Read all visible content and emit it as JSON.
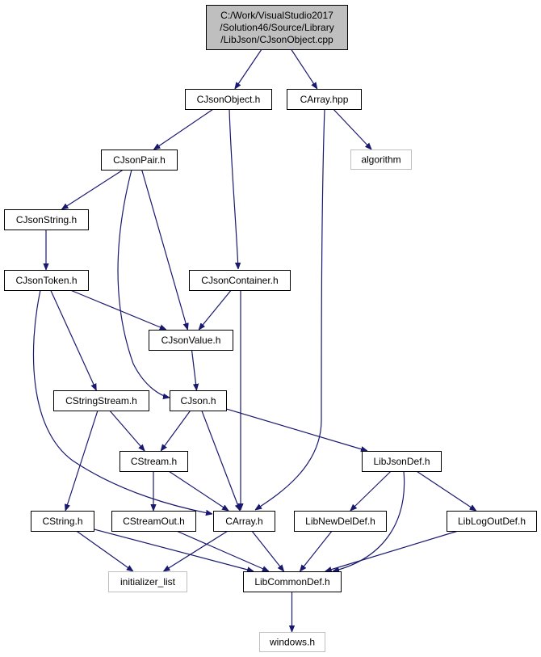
{
  "graph": {
    "nodes": [
      {
        "id": "root",
        "lines": [
          "C:/Work/VisualStudio2017",
          "/Solution46/Source/Library",
          "/LibJson/CJsonObject.cpp"
        ],
        "kind": "root"
      },
      {
        "id": "cjsonobject_h",
        "lines": [
          "CJsonObject.h"
        ],
        "kind": "normal"
      },
      {
        "id": "carray_hpp",
        "lines": [
          "CArray.hpp"
        ],
        "kind": "normal"
      },
      {
        "id": "algorithm",
        "lines": [
          "algorithm"
        ],
        "kind": "external"
      },
      {
        "id": "cjsonpair_h",
        "lines": [
          "CJsonPair.h"
        ],
        "kind": "normal"
      },
      {
        "id": "cjsonstring_h",
        "lines": [
          "CJsonString.h"
        ],
        "kind": "normal"
      },
      {
        "id": "cjsontoken_h",
        "lines": [
          "CJsonToken.h"
        ],
        "kind": "normal"
      },
      {
        "id": "cjsoncontainer_h",
        "lines": [
          "CJsonContainer.h"
        ],
        "kind": "normal"
      },
      {
        "id": "cjsonvalue_h",
        "lines": [
          "CJsonValue.h"
        ],
        "kind": "normal"
      },
      {
        "id": "cstringstream_h",
        "lines": [
          "CStringStream.h"
        ],
        "kind": "normal"
      },
      {
        "id": "cjson_h",
        "lines": [
          "CJson.h"
        ],
        "kind": "normal"
      },
      {
        "id": "cstream_h",
        "lines": [
          "CStream.h"
        ],
        "kind": "normal"
      },
      {
        "id": "libjsondef_h",
        "lines": [
          "LibJsonDef.h"
        ],
        "kind": "normal"
      },
      {
        "id": "cstring_h",
        "lines": [
          "CString.h"
        ],
        "kind": "normal"
      },
      {
        "id": "cstreamout_h",
        "lines": [
          "CStreamOut.h"
        ],
        "kind": "normal"
      },
      {
        "id": "carray_h",
        "lines": [
          "CArray.h"
        ],
        "kind": "normal"
      },
      {
        "id": "libnewdeldef_h",
        "lines": [
          "LibNewDelDef.h"
        ],
        "kind": "normal"
      },
      {
        "id": "liblogoutdef_h",
        "lines": [
          "LibLogOutDef.h"
        ],
        "kind": "normal"
      },
      {
        "id": "initializer_list",
        "lines": [
          "initializer_list"
        ],
        "kind": "external"
      },
      {
        "id": "libcommondef_h",
        "lines": [
          "LibCommonDef.h"
        ],
        "kind": "normal"
      },
      {
        "id": "windows_h",
        "lines": [
          "windows.h"
        ],
        "kind": "external"
      }
    ],
    "edges": [
      [
        "root",
        "cjsonobject_h"
      ],
      [
        "root",
        "carray_hpp"
      ],
      [
        "carray_hpp",
        "algorithm"
      ],
      [
        "carray_hpp",
        "carray_h"
      ],
      [
        "cjsonobject_h",
        "cjsonpair_h"
      ],
      [
        "cjsonobject_h",
        "cjsoncontainer_h"
      ],
      [
        "cjsonpair_h",
        "cjsonstring_h"
      ],
      [
        "cjsonpair_h",
        "cjsonvalue_h"
      ],
      [
        "cjsonpair_h",
        "cjson_h"
      ],
      [
        "cjsonstring_h",
        "cjsontoken_h"
      ],
      [
        "cjsontoken_h",
        "cjsonvalue_h"
      ],
      [
        "cjsontoken_h",
        "cstringstream_h"
      ],
      [
        "cjsontoken_h",
        "carray_h"
      ],
      [
        "cjsoncontainer_h",
        "cjsonvalue_h"
      ],
      [
        "cjsoncontainer_h",
        "carray_h"
      ],
      [
        "cjsonvalue_h",
        "cjson_h"
      ],
      [
        "cstringstream_h",
        "cstream_h"
      ],
      [
        "cstringstream_h",
        "cstring_h"
      ],
      [
        "cjson_h",
        "cstream_h"
      ],
      [
        "cjson_h",
        "carray_h"
      ],
      [
        "cjson_h",
        "libjsondef_h"
      ],
      [
        "cstream_h",
        "cstreamout_h"
      ],
      [
        "cstream_h",
        "carray_h"
      ],
      [
        "libjsondef_h",
        "libnewdeldef_h"
      ],
      [
        "libjsondef_h",
        "liblogoutdef_h"
      ],
      [
        "libjsondef_h",
        "libcommondef_h"
      ],
      [
        "cstring_h",
        "initializer_list"
      ],
      [
        "cstring_h",
        "libcommondef_h"
      ],
      [
        "cstreamout_h",
        "libcommondef_h"
      ],
      [
        "carray_h",
        "initializer_list"
      ],
      [
        "carray_h",
        "libcommondef_h"
      ],
      [
        "libnewdeldef_h",
        "libcommondef_h"
      ],
      [
        "liblogoutdef_h",
        "libcommondef_h"
      ],
      [
        "libcommondef_h",
        "windows_h"
      ]
    ],
    "colors": {
      "edge": "#191970",
      "root_fill": "#bfbfbf",
      "external_border": "#bfbfbf",
      "node_border": "#000000"
    }
  }
}
